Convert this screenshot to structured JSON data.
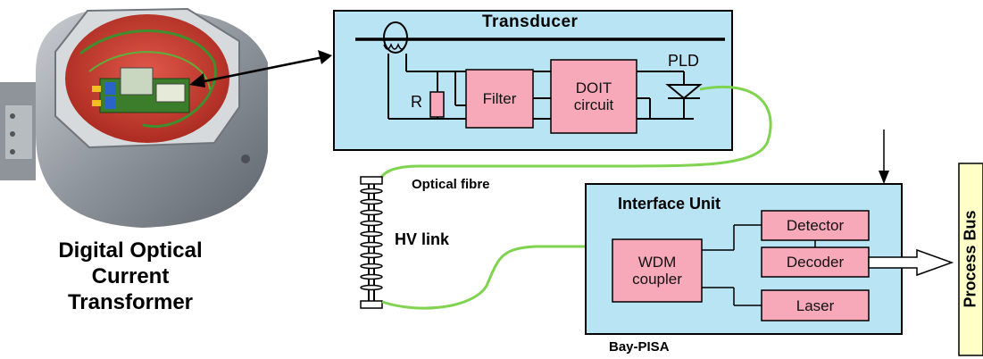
{
  "photo": {
    "caption_lines": [
      "Digital Optical",
      "Current",
      "Transformer"
    ]
  },
  "transducer": {
    "title": "Transducer",
    "resistor_label": "R",
    "filter_label": "Filter",
    "doit_label_lines": [
      "DOIT",
      "circuit"
    ],
    "pld_label": "PLD"
  },
  "fibre": {
    "optical_fibre_label": "Optical fibre",
    "hv_link_label": "HV link"
  },
  "interface_unit": {
    "title": "Interface Unit",
    "wdm_label_lines": [
      "WDM",
      "coupler"
    ],
    "detector_label": "Detector",
    "decoder_label": "Decoder",
    "laser_label": "Laser",
    "footer_label": "Bay-PISA"
  },
  "process_bus": {
    "label": "Process Bus"
  },
  "colors": {
    "panel_fill": "#b9e4f4",
    "block_fill": "#f7a8b9",
    "fibre_green": "#7fd34f",
    "bus_fill": "#ffffc8"
  }
}
